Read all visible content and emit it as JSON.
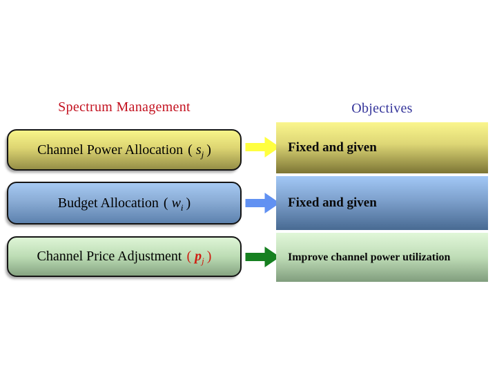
{
  "headers": {
    "spectrum": {
      "label": "Spectrum Management",
      "color": "#c3111f"
    },
    "objectives": {
      "label": "Objectives",
      "color": "#34349a"
    }
  },
  "rows": [
    {
      "left_box": {
        "text": "Channel Power Allocation",
        "paren_open": "(",
        "var": "s",
        "sub": "j",
        "paren_close": ")",
        "symbol_color": "#000000"
      },
      "arrow": {
        "color": "#ffff3f",
        "direction": "right"
      },
      "right_box": {
        "text": "Fixed and given"
      }
    },
    {
      "left_box": {
        "text": "Budget Allocation",
        "paren_open": "(",
        "var": "w",
        "sub": "i",
        "paren_close": ")",
        "symbol_color": "#000000"
      },
      "arrow": {
        "color": "#6191f2",
        "direction": "right"
      },
      "right_box": {
        "text": "Fixed and given"
      }
    },
    {
      "left_box": {
        "text": "Channel Price Adjustment",
        "paren_open": "(",
        "var": "p",
        "sub": "j",
        "paren_close": ")",
        "symbol_color": "#cf1d11"
      },
      "arrow": {
        "color": "#168020",
        "direction": "right"
      },
      "right_box": {
        "text": "Improve channel power utilization"
      }
    }
  ]
}
